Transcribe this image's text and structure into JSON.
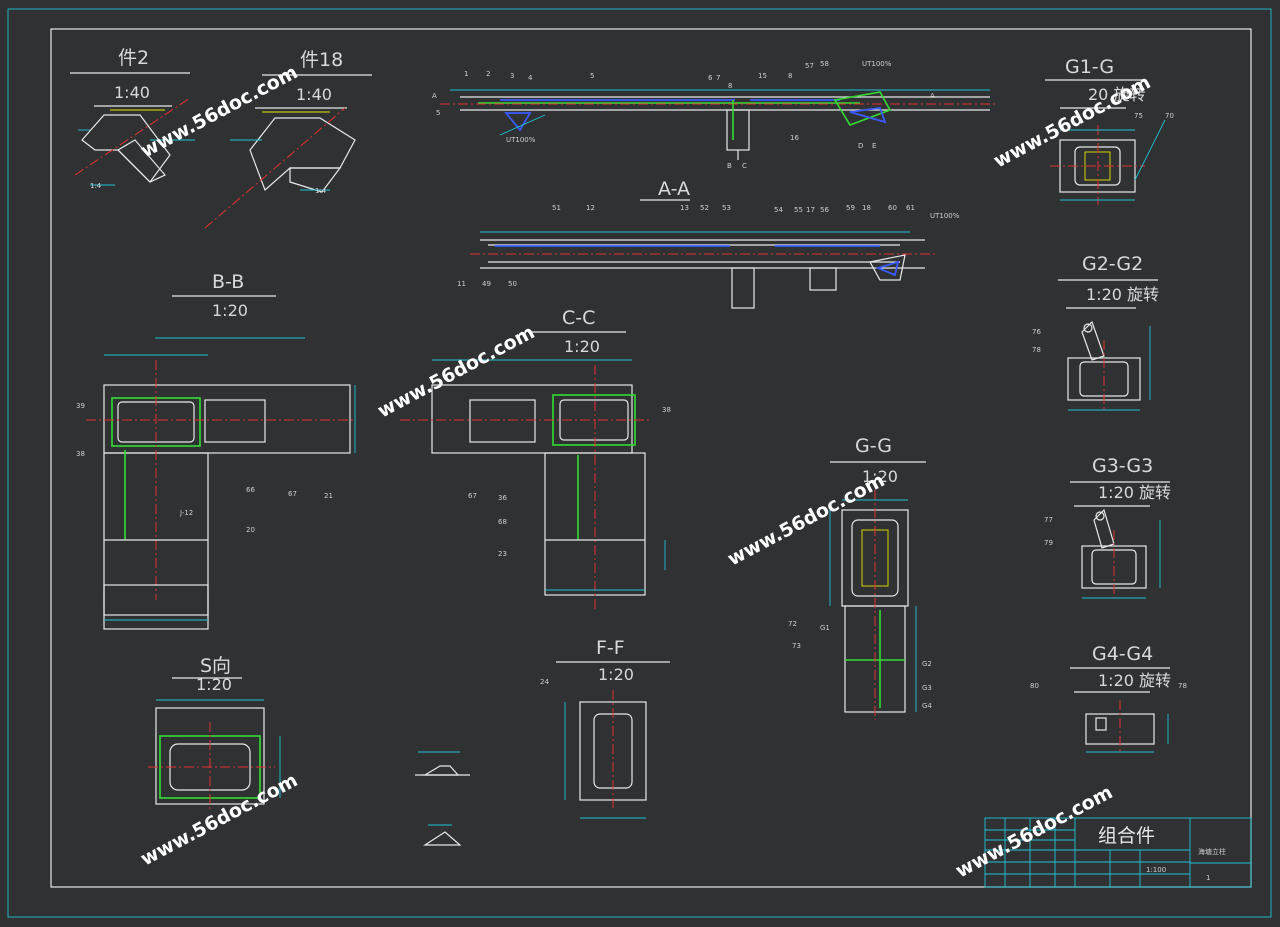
{
  "views": {
    "part2": {
      "title": "件2",
      "scale": "1:40"
    },
    "part18": {
      "title": "件18",
      "scale": "1:40"
    },
    "g1": {
      "title": "G1-G",
      "scale": "20 旋转"
    },
    "aa": {
      "title": "A-A"
    },
    "bb": {
      "title": "B-B",
      "scale": "1:20"
    },
    "cc": {
      "title": "C-C",
      "scale": "1:20"
    },
    "g2": {
      "title": "G2-G2",
      "scale": "1:20 旋转"
    },
    "gg": {
      "title": "G-G",
      "scale": "1:20"
    },
    "g3": {
      "title": "G3-G3",
      "scale": "1:20 旋转"
    },
    "s": {
      "title": "S向",
      "scale": "1:20"
    },
    "ff": {
      "title": "F-F",
      "scale": "1:20"
    },
    "g4": {
      "title": "G4-G4",
      "scale": "1:20 旋转"
    }
  },
  "callouts": {
    "top": [
      "1",
      "2",
      "3",
      "4",
      "5",
      "6",
      "7",
      "8",
      "15",
      "8",
      "57",
      "58",
      "16"
    ],
    "aa": [
      "51",
      "12",
      "13",
      "52",
      "53",
      "54",
      "55",
      "17",
      "56",
      "59",
      "18",
      "60",
      "61",
      "11",
      "49",
      "50"
    ],
    "bb": [
      "39",
      "38",
      "66",
      "67",
      "21",
      "20"
    ],
    "cc": [
      "38",
      "67",
      "36",
      "68",
      "23"
    ],
    "g1": [
      "75",
      "70"
    ],
    "g2": [
      "76",
      "78"
    ],
    "g3": [
      "77",
      "79"
    ],
    "g4": [
      "80",
      "78"
    ],
    "gg": [
      "72",
      "73",
      "G1",
      "G2",
      "G3",
      "G4"
    ],
    "ff": [
      "24"
    ]
  },
  "weld": "UT100%",
  "watermark": "www.56doc.com",
  "title_block": {
    "name": "组合件",
    "drawing": "海塘立柱",
    "scale": "1:100",
    "sheet": "1"
  }
}
